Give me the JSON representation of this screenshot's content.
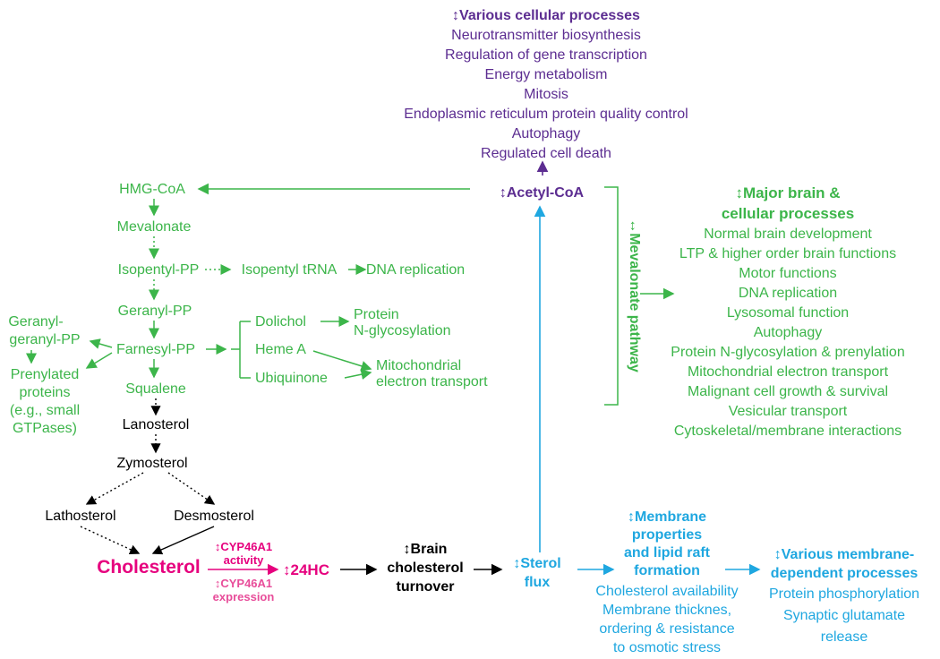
{
  "colors": {
    "green": "#3cb54a",
    "purple": "#5c2d91",
    "blue": "#1fa7e0",
    "magenta": "#e6007e",
    "black": "#000000"
  },
  "top": {
    "header": "↕Various cellular processes",
    "items": [
      "Neurotransmitter biosynthesis",
      "Regulation of gene transcription",
      "Energy metabolism",
      "Mitosis",
      "Endoplasmic reticulum protein quality control",
      "Autophagy",
      "Regulated cell death"
    ]
  },
  "acetyl": "↕Acetyl-CoA",
  "pathway": {
    "hmg": "HMG-CoA",
    "mevalonate": "Mevalonate",
    "isopentyl_pp": "Isopentyl-PP",
    "isopentyl_trna": "Isopentyl tRNA",
    "dna_replication": "DNA replication",
    "geranyl_pp": "Geranyl-PP",
    "farnesyl_pp": "Farnesyl-PP",
    "squalene": "Squalene",
    "dolichol": "Dolichol",
    "heme_a": "Heme A",
    "ubiquinone": "Ubiquinone",
    "protein_1": "Protein",
    "protein_2": "N-glycosylation",
    "mito_1": "Mitochondrial",
    "mito_2": "electron transport",
    "ggpp_1": "Geranyl-",
    "ggpp_2": "geranyl-PP",
    "prenyl": [
      "Prenylated",
      "proteins",
      "(e.g., small",
      "GTPases)"
    ]
  },
  "sterols": {
    "lanosterol": "Lanosterol",
    "zymosterol": "Zymosterol",
    "lathosterol": "Lathosterol",
    "desmosterol": "Desmosterol",
    "cholesterol": "Cholesterol",
    "cyp_activity_1": "↕CYP46A1",
    "cyp_activity_2": "activity",
    "cyp_expr_1": "↕CYP46A1",
    "cyp_expr_2": "expression",
    "hc24": "↕24HC",
    "turnover": [
      "↕Brain",
      "cholesterol",
      "turnover"
    ],
    "flux": [
      "↕Sterol",
      "flux"
    ]
  },
  "mevalonate_label": "↔Mevalonate pathway",
  "right": {
    "header": [
      "↕Major brain &",
      "cellular processes"
    ],
    "items": [
      "Normal brain development",
      "LTP & higher order brain functions",
      "Motor functions",
      "DNA replication",
      "Lysosomal function",
      "Autophagy",
      "Protein N-glycosylation & prenylation",
      "Mitochondrial electron transport",
      "Malignant cell growth & survival",
      "Vesicular transport",
      "Cytoskeletal/membrane interactions"
    ]
  },
  "membrane": {
    "header": [
      "↕Membrane",
      "properties",
      "and lipid raft",
      "formation"
    ],
    "items": [
      "Cholesterol availability",
      "Membrane thicknes,",
      "ordering & resistance",
      "to osmotic stress"
    ]
  },
  "various_membrane": {
    "header": [
      "↕Various membrane-",
      "dependent processes"
    ],
    "items": [
      "Protein phosphorylation",
      "Synaptic glutamate",
      "release"
    ]
  }
}
